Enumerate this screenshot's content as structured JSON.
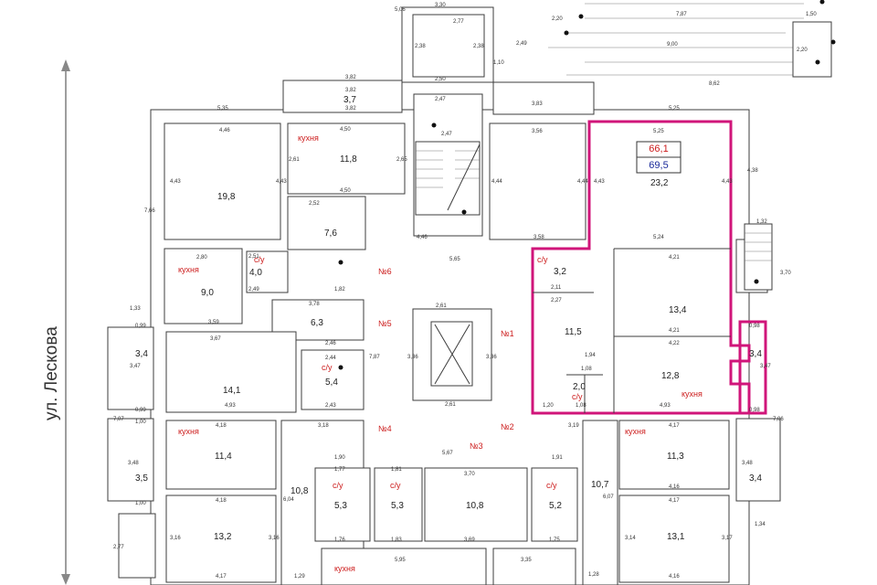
{
  "street": "ул. Лескова",
  "colors": {
    "highlight": "#d0157a",
    "label_red": "#cc1c1c",
    "area_blue": "#1a2a9a",
    "wall": "#3c3c3c"
  },
  "highlight_box": {
    "area_red": "66,1",
    "area_blue": "69,5"
  },
  "labels": {
    "kitchen": "кухня",
    "bath": "с/у",
    "n1": "№1",
    "n2": "№2",
    "n3": "№3",
    "n4": "№4",
    "n5": "№5",
    "n6": "№6"
  },
  "areas": {
    "a37": "3,7",
    "a118": "11,8",
    "a198": "19,8",
    "a76": "7,6",
    "a232": "23,2",
    "a32": "3,2",
    "a134": "13,4",
    "a115": "11,5",
    "a128": "12,8",
    "a20": "2,0",
    "a34r": "3,4",
    "a90": "9,0",
    "a40": "4,0",
    "a63": "6,3",
    "a54": "5,4",
    "a34l": "3,4",
    "a141": "14,1",
    "a114": "11,4",
    "a35": "3,5",
    "a108l": "10,8",
    "a53a": "5,3",
    "a53b": "5,3",
    "a108c": "10,8",
    "a52": "5,2",
    "a107": "10,7",
    "a113": "11,3",
    "a34r2": "3,4",
    "a132": "13,2",
    "a131": "13,1"
  },
  "dims": {
    "d330": "3,30",
    "d277": "2,77",
    "d506": "5,06",
    "d220a": "2,20",
    "d787": "7,87",
    "d150": "1,50",
    "d249": "2,49",
    "d900": "9,00",
    "d220b": "2,20",
    "d110": "1,10",
    "d862": "8,62",
    "d238a": "2,38",
    "d238b": "2,38",
    "d250": "2,50",
    "d382a": "3,82",
    "d382b": "3,82",
    "d382c": "3,82",
    "d247a": "2,47",
    "d535": "5,35",
    "d446a": "4,46",
    "d450a": "4,50",
    "d383": "3,83",
    "d356": "3,56",
    "d525a": "5,25",
    "d525b": "5,25",
    "d443a": "4,43",
    "d443b": "4,43",
    "d443c": "4,43",
    "d443d": "4,43",
    "d261a": "2,61",
    "d265": "2,65",
    "d252": "2,52",
    "d450b": "4,50",
    "d247b": "2,47",
    "d444a": "4,44",
    "d444b": "4,44",
    "d358": "3,58",
    "d524": "5,24",
    "d446b": "4,46",
    "d565": "5,65",
    "d766": "7,66",
    "d280": "2,80",
    "d251": "2,51",
    "d421a": "4,21",
    "d421b": "4,21",
    "d422": "4,22",
    "d249b": "2,49",
    "d182": "1,82",
    "d378": "3,78",
    "d359": "3,59",
    "d367": "3,67",
    "d246": "2,46",
    "d244": "2,44",
    "d243": "2,43",
    "d493a": "4,93",
    "d493b": "4,93",
    "d261b": "2,61",
    "d261c": "2,61",
    "d336a": "3,36",
    "d336b": "3,36",
    "d787b": "7,87",
    "d227": "2,27",
    "d211": "2,11",
    "d194": "1,94",
    "d108a": "1,08",
    "d108b": "1,08",
    "d120": "1,20",
    "d098a": "0,98",
    "d098b": "0,98",
    "d347a": "3,47",
    "d347b": "3,47",
    "d099a": "0,99",
    "d099b": "0,99",
    "d418a": "4,18",
    "d418b": "4,18",
    "d417a": "4,17",
    "d417b": "4,17",
    "d416a": "4,16",
    "d416b": "4,16",
    "d318": "3,18",
    "d319": "3,19",
    "d567": "5,67",
    "d190": "1,90",
    "d191": "1,91",
    "d370": "3,70",
    "d369": "3,69",
    "d335": "3,35",
    "d595": "5,95",
    "d177": "1,77",
    "d181": "1,81",
    "d176": "1,76",
    "d183": "1,83",
    "d175": "1,75",
    "d348a": "3,48",
    "d348b": "3,48",
    "d100a": "1,00",
    "d100b": "1,00",
    "d707a": "7,07",
    "d706": "7,06",
    "d604": "6,04",
    "d607": "6,07",
    "d316a": "3,16",
    "d316b": "3,16",
    "d314": "3,14",
    "d317": "3,17",
    "d129": "1,29",
    "d128": "1,28",
    "d277b": "2,77",
    "d134": "1,34",
    "d132": "1,32",
    "d370b": "3,70",
    "d438": "4,38",
    "d133": "1,33"
  }
}
